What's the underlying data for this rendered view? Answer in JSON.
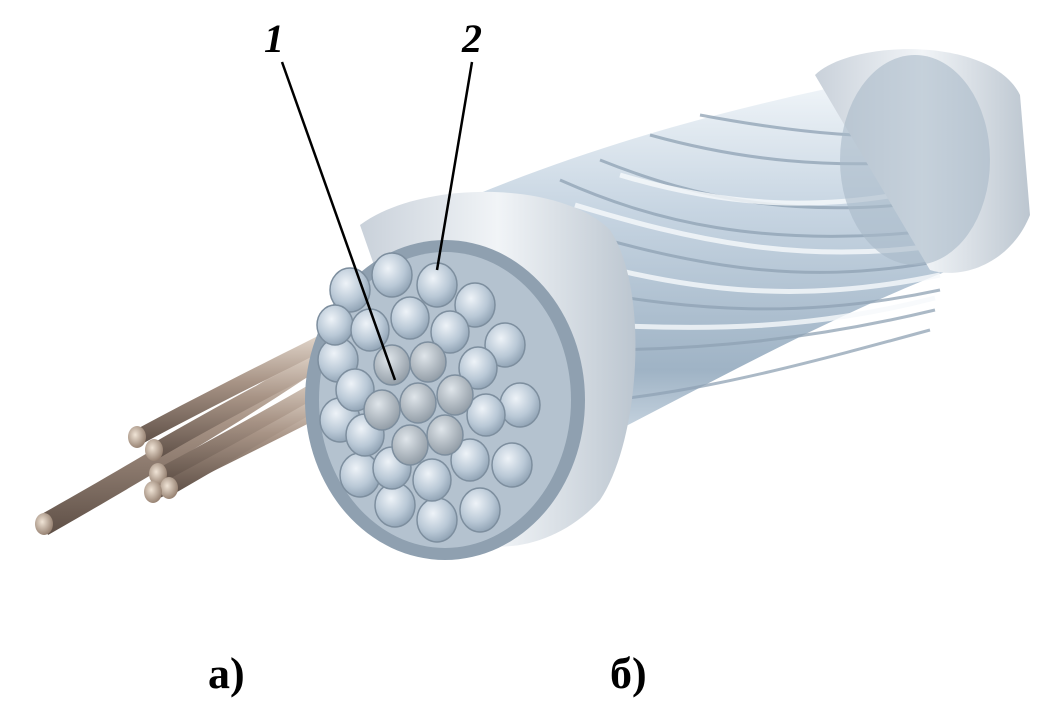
{
  "callouts": [
    {
      "number": "1"
    },
    {
      "number": "2"
    }
  ],
  "panel_labels": [
    {
      "text": "а)"
    },
    {
      "text": "б)"
    }
  ],
  "colors": {
    "steel_core": "#9a8a80",
    "steel_core_light": "#d9ccc0",
    "aluminium_strand": "#c9d6e2",
    "aluminium_strand_light": "#eef3f8",
    "aluminium_strand_dark": "#8fa2b4",
    "ring": "#dde3ea",
    "background": "#ffffff"
  }
}
